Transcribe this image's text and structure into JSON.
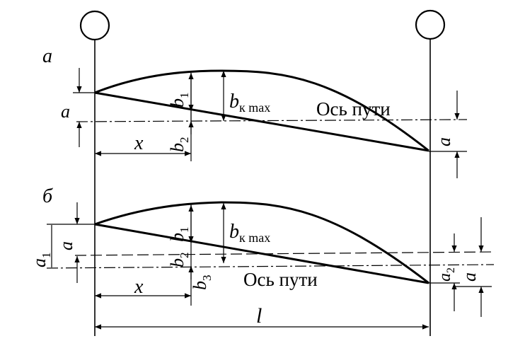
{
  "panels": {
    "a": {
      "label": "а",
      "axis_label": "Ось  пути",
      "offset_left": "a",
      "offset_right": "a",
      "b1": "b",
      "b1_sub": "1",
      "b2": "b",
      "b2_sub": "2",
      "bmax": "b",
      "bmax_sub": "к max",
      "x": "x"
    },
    "b": {
      "label": "б",
      "axis_label": "Ось пути",
      "a1": "a",
      "a1_sub": "1",
      "a_left": "a",
      "b1": "b",
      "b1_sub": "1",
      "b2": "b",
      "b2_sub": "2",
      "b3": "b",
      "b3_sub": "3",
      "bmax": "b",
      "bmax_sub": "к max",
      "x": "x",
      "a2": "a",
      "a2_sub": "2",
      "a_right": "a",
      "span": "l"
    }
  }
}
